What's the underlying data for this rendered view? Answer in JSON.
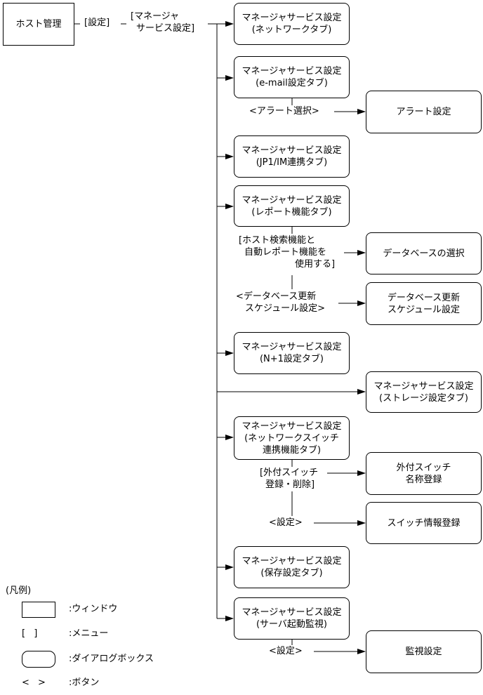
{
  "host_window": "ホスト管理",
  "menu_setting": "[設定]",
  "menu_manager": [
    "[マネージャ",
    "サービス設定]"
  ],
  "dlg_network": [
    "マネージャサービス設定",
    "(ネットワークタブ)"
  ],
  "dlg_email": [
    "マネージャサービス設定",
    "(e-mail設定タブ)"
  ],
  "btn_alert_select": "<アラート選択>",
  "dlg_alert": "アラート設定",
  "dlg_jp1": [
    "マネージャサービス設定",
    "(JP1/IM連携タブ)"
  ],
  "dlg_report": [
    "マネージャサービス設定",
    "(レポート機能タブ)"
  ],
  "menu_host_search": [
    "[ホスト検索機能と",
    "自動レポート機能を",
    "使用する]"
  ],
  "dlg_db_select": "データベースの選択",
  "btn_db_update": [
    "<データベース更新",
    "スケジュール設定>"
  ],
  "dlg_db_update": [
    "データベース更新",
    "スケジュール設定"
  ],
  "dlg_n1": [
    "マネージャサービス設定",
    "(N+1設定タブ)"
  ],
  "dlg_storage": [
    "マネージャサービス設定",
    "(ストレージ設定タブ)"
  ],
  "dlg_netswitch": [
    "マネージャサービス設定",
    "(ネットワークスイッチ",
    "連携機能タブ)"
  ],
  "menu_ext_switch": [
    "[外付スイッチ",
    "登録・削除]"
  ],
  "dlg_ext_switch_name": [
    "外付スイッチ",
    "名称登録"
  ],
  "btn_setting_switch": "<設定>",
  "dlg_switch_info": "スイッチ情報登録",
  "dlg_maint": [
    "マネージャサービス設定",
    "(保存設定タブ)"
  ],
  "dlg_server_mon": [
    "マネージャサービス設定",
    "(サーバ起動監視)"
  ],
  "btn_setting_mon": "<設定>",
  "dlg_mon": "監視設定",
  "legend": {
    "title": "(凡例)",
    "window": ":ウィンドウ",
    "menu_symbol": "[    ]",
    "menu": ":メニュー",
    "dialog": ":ダイアログボックス",
    "button_symbol": "<    >",
    "button": ":ボタン"
  }
}
